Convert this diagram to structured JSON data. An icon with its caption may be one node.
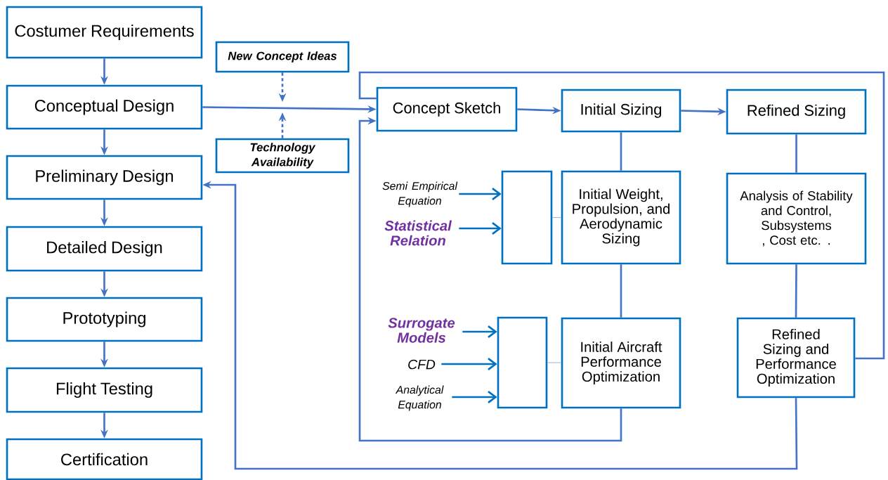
{
  "diagram": {
    "nodes": [
      {
        "text": [
          "Costumer Requirements"
        ]
      },
      {
        "text": [
          "Conceptual Design"
        ]
      },
      {
        "text": [
          "Preliminary Design"
        ]
      },
      {
        "text": [
          "Detailed Design"
        ]
      },
      {
        "text": [
          "Prototyping"
        ]
      },
      {
        "text": [
          "Flight Testing"
        ]
      },
      {
        "text": [
          "Certification"
        ]
      },
      {
        "text": [
          "New Concept Ideas"
        ]
      },
      {
        "text": [
          "Technology Availability"
        ]
      },
      {
        "text": [
          "Concept Sketch"
        ]
      },
      {
        "text": [
          "Initial Sizing"
        ]
      },
      {
        "text": [
          "Refined Sizing"
        ]
      },
      {
        "text": [],
        "shape": "box"
      },
      {
        "text": [
          "Initial Weight, Propulsion, and Aerodynamic Sizing"
        ]
      },
      {
        "text": [
          "Analysis of Stability and Control, Subsystems , Cost etc. ."
        ]
      },
      {
        "text": [],
        "shape": "box"
      },
      {
        "text": [
          "Initial Aircraft Performance Optimization"
        ]
      },
      {
        "text": [
          "Refined Sizing and Performance Optimization"
        ]
      },
      {
        "text": [
          "Semi Empirical Equation"
        ]
      },
      {
        "text": [
          "Statistical Relation"
        ]
      },
      {
        "text": [
          "Surrogate Models"
        ]
      },
      {
        "text": [
          "CFD"
        ]
      },
      {
        "text": [
          "Analytical Equation"
        ]
      }
    ],
    "edges": [
      {
        "from": 0,
        "to": 1,
        "arrow": "to"
      },
      {
        "from": 1,
        "to": 2,
        "arrow": "to"
      },
      {
        "from": 2,
        "to": 3,
        "arrow": "to"
      },
      {
        "from": 3,
        "to": 4,
        "arrow": "to"
      },
      {
        "from": 4,
        "to": 5,
        "arrow": "to"
      },
      {
        "from": 5,
        "to": 6,
        "arrow": "to"
      },
      {
        "from": 1,
        "to": 9,
        "arrow": "to"
      },
      {
        "from": 7,
        "to": null,
        "arrow": "to",
        "style": "dashed"
      },
      {
        "from": 8,
        "to": null,
        "arrow": "to",
        "style": "dashed"
      },
      {
        "from": 9,
        "to": 10,
        "arrow": "to"
      },
      {
        "from": 10,
        "to": 11,
        "arrow": "to"
      },
      {
        "from": 10,
        "to": 13,
        "arrow": "none"
      },
      {
        "from": 13,
        "to": 16,
        "arrow": "none"
      },
      {
        "from": 11,
        "to": 14,
        "arrow": "none"
      },
      {
        "from": 14,
        "to": 17,
        "arrow": "none"
      },
      {
        "from": 12,
        "to": 13,
        "arrow": "none",
        "color": "#9db3e0"
      },
      {
        "from": 15,
        "to": 16,
        "arrow": "none",
        "color": "#9db3e0"
      },
      {
        "from": 18,
        "to": 12,
        "arrow": "to",
        "color": "#0070c0"
      },
      {
        "from": 19,
        "to": 12,
        "arrow": "to",
        "color": "#0070c0"
      },
      {
        "from": 20,
        "to": 15,
        "arrow": "to",
        "color": "#0070c0"
      },
      {
        "from": 21,
        "to": 15,
        "arrow": "to",
        "color": "#0070c0"
      },
      {
        "from": 22,
        "to": 15,
        "arrow": "to",
        "color": "#0070c0"
      },
      {
        "from": 16,
        "to": 9,
        "arrow": "to"
      },
      {
        "from": 17,
        "to": 9,
        "arrow": "none"
      },
      {
        "from": 17,
        "to": 2,
        "arrow": "to"
      }
    ]
  }
}
